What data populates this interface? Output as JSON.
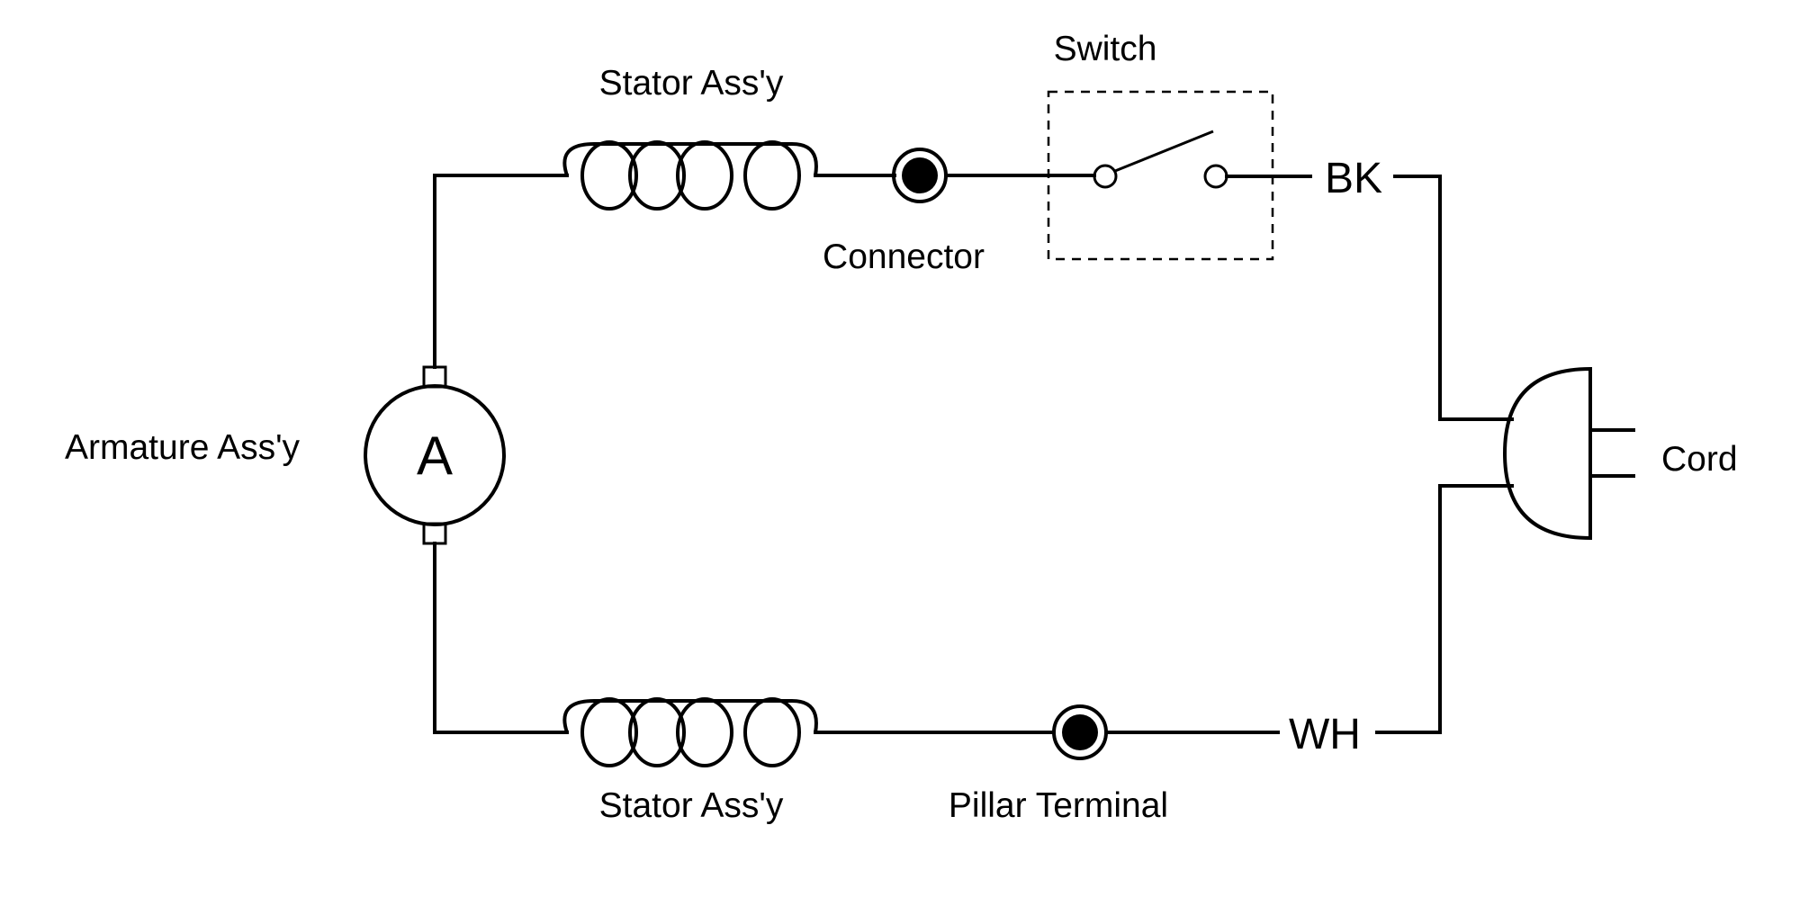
{
  "labels": {
    "stator_top": "Stator Ass'y",
    "stator_bottom": "Stator Ass'y",
    "switch": "Switch",
    "connector": "Connector",
    "armature": "Armature Ass'y",
    "motor_symbol": "A",
    "cord": "Cord",
    "wire_bk": "BK",
    "wire_wh": "WH",
    "pillar_terminal": "Pillar Terminal"
  },
  "colors": {
    "line": "#000000",
    "background": "#ffffff"
  }
}
